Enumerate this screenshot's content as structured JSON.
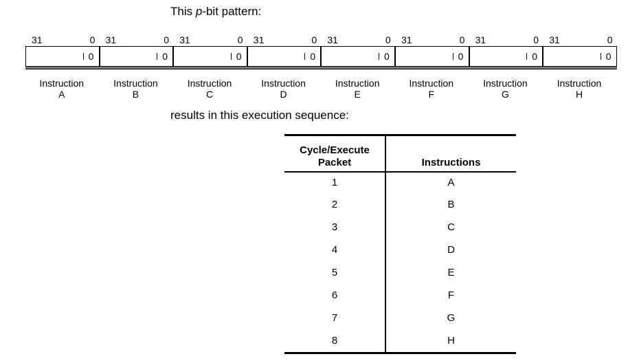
{
  "pattern_intro": {
    "before": "This ",
    "italic": "p",
    "after": "-bit pattern:"
  },
  "bit_range": {
    "msb": "31",
    "lsb": "0"
  },
  "instructions": [
    {
      "label": "Instruction",
      "letter": "A",
      "pbit": "0"
    },
    {
      "label": "Instruction",
      "letter": "B",
      "pbit": "0"
    },
    {
      "label": "Instruction",
      "letter": "C",
      "pbit": "0"
    },
    {
      "label": "Instruction",
      "letter": "D",
      "pbit": "0"
    },
    {
      "label": "Instruction",
      "letter": "E",
      "pbit": "0"
    },
    {
      "label": "Instruction",
      "letter": "F",
      "pbit": "0"
    },
    {
      "label": "Instruction",
      "letter": "G",
      "pbit": "0"
    },
    {
      "label": "Instruction",
      "letter": "H",
      "pbit": "0"
    }
  ],
  "sequence_intro": "results in this execution sequence:",
  "table": {
    "headers": {
      "packet_line1": "Cycle/Execute",
      "packet_line2": "Packet",
      "instructions": "Instructions"
    },
    "rows": [
      {
        "packet": "1",
        "instructions": "A"
      },
      {
        "packet": "2",
        "instructions": "B"
      },
      {
        "packet": "3",
        "instructions": "C"
      },
      {
        "packet": "4",
        "instructions": "D"
      },
      {
        "packet": "5",
        "instructions": "E"
      },
      {
        "packet": "6",
        "instructions": "F"
      },
      {
        "packet": "7",
        "instructions": "G"
      },
      {
        "packet": "8",
        "instructions": "H"
      }
    ]
  }
}
